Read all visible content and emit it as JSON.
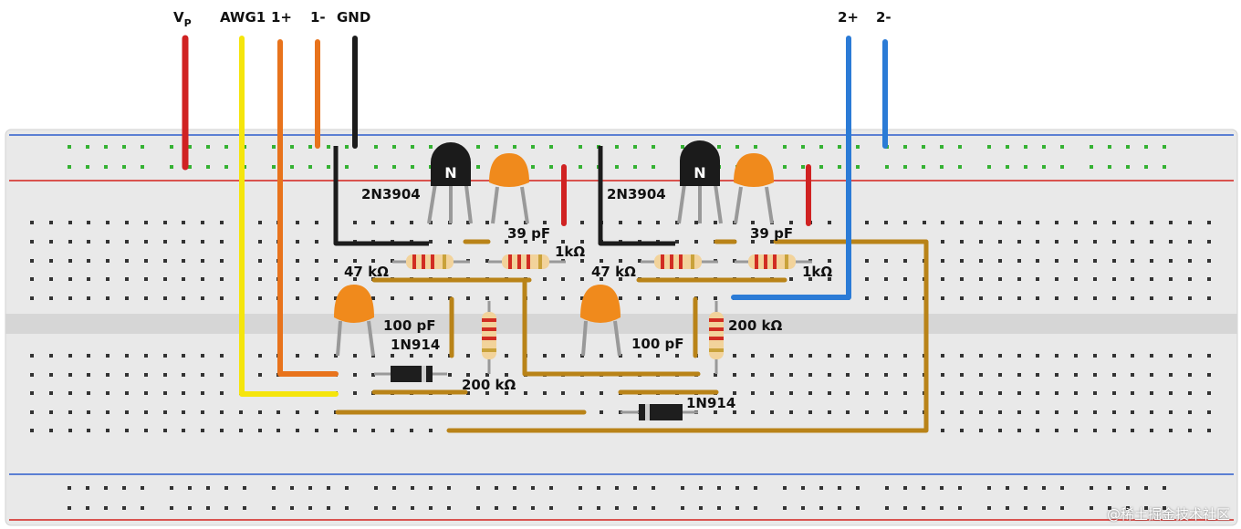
{
  "labels": {
    "vp": "V",
    "vp_sub": "P",
    "awg1": "AWG1",
    "ch1_pos": "1+",
    "ch1_neg": "1-",
    "gnd": "GND",
    "ch2_pos": "2+",
    "ch2_neg": "2-"
  },
  "components": {
    "q1": {
      "part": "2N3904",
      "mark": "N"
    },
    "q2": {
      "part": "2N3904",
      "mark": "N"
    },
    "c_39pf_1": "39 pF",
    "c_39pf_2": "39 pF",
    "r_1k_1": "1kΩ",
    "r_1k_2": "1kΩ",
    "r_47k_1": "47 kΩ",
    "r_47k_2": "47 kΩ",
    "c_100pf_1": "100 pF",
    "c_100pf_2": "100 pF",
    "d1": "1N914",
    "d2": "1N914",
    "r_200k_1": "200 kΩ",
    "r_200k_2": "200 kΩ"
  },
  "watermark": "@稀土掘金技术社区",
  "colors": {
    "vp_wire": "#d02222",
    "awg_wire": "#f5e50c",
    "ch1_wire": "#e8731c",
    "gnd_wire": "#1c1c1c",
    "ch2_wire": "#2b7bd6",
    "jumper": "#b98318",
    "board": "#e9e9e9",
    "rail_red": "#d9534f",
    "rail_blue": "#5b7fd3",
    "hole": "#333333",
    "hole_used": "#35b233",
    "capacitor": "#f08a1c",
    "transistor": "#1b1b1b"
  }
}
